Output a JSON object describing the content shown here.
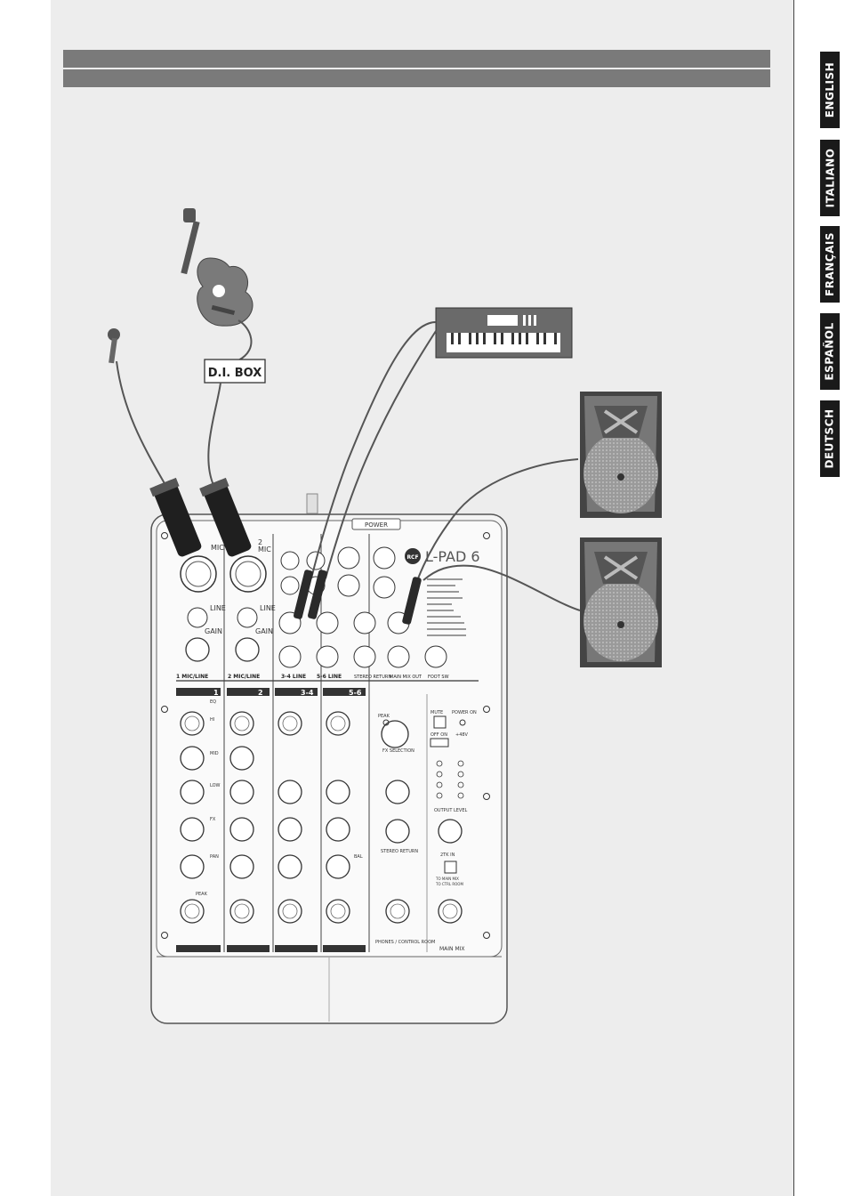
{
  "language_tabs": [
    "ENGLISH",
    "ITALIANO",
    "FRANÇAIS",
    "ESPAÑOL",
    "DEUTSCH"
  ],
  "di_box_label": "D.I. BOX",
  "mixer": {
    "brand_badge": "RCF",
    "model": "L-PAD 6",
    "power_label": "POWER",
    "input_labels": {
      "mic": "MIC",
      "mic2": "2\nMIC",
      "line": "LINE",
      "gain": "GAIN"
    },
    "channel_bottom_labels": [
      "1 MIC/LINE",
      "2 MIC/LINE",
      "3-4 LINE",
      "5-6 LINE",
      "STEREO RETURN",
      "MAIN MIX OUT",
      "FOOT SW"
    ],
    "channel_headers": [
      "1",
      "2",
      "3-4",
      "5-6"
    ],
    "eq_labels": [
      "EQ",
      "HI",
      "MID",
      "LOW",
      "FX",
      "PAN",
      "BAL",
      "PEAK"
    ],
    "fx_labels": [
      "PEAK",
      "MUTE",
      "POWER ON",
      "OFF  ON",
      "+48V",
      "FX SELECTION"
    ],
    "section_labels": [
      "STEREO RETURN",
      "OUTPUT LEVEL",
      "2TK IN",
      "TO MAIN MIX",
      "TO CTRL ROOM",
      "PHONES / CONTROL ROOM",
      "MAIN MIX"
    ]
  }
}
